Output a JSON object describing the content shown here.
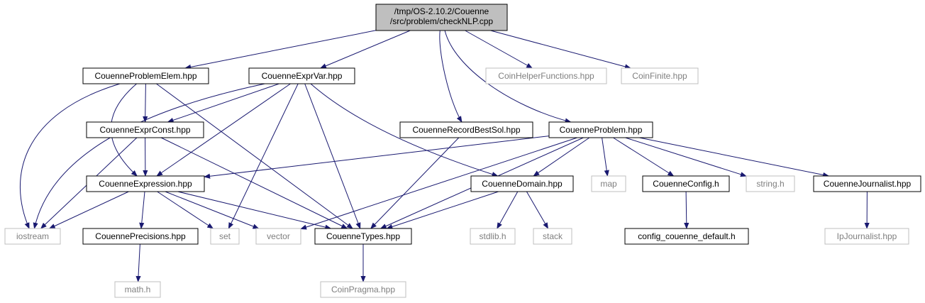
{
  "graph": {
    "root_label_line1": "/tmp/OS-2.10.2/Couenne",
    "root_label_line2": "/src/problem/checkNLP.cpp",
    "nodes": {
      "couenne_problem_elem": "CouenneProblemElem.hpp",
      "couenne_expr_var": "CouenneExprVar.hpp",
      "coin_helper_functions": "CoinHelperFunctions.hpp",
      "coin_finite": "CoinFinite.hpp",
      "couenne_expr_const": "CouenneExprConst.hpp",
      "couenne_record_best_sol": "CouenneRecordBestSol.hpp",
      "couenne_problem": "CouenneProblem.hpp",
      "couenne_expression": "CouenneExpression.hpp",
      "couenne_domain": "CouenneDomain.hpp",
      "map": "map",
      "couenne_config": "CouenneConfig.h",
      "string_h": "string.h",
      "couenne_journalist": "CouenneJournalist.hpp",
      "iostream": "iostream",
      "couenne_precisions": "CouennePrecisions.hpp",
      "set": "set",
      "vector": "vector",
      "couenne_types": "CouenneTypes.hpp",
      "stdlib_h": "stdlib.h",
      "stack": "stack",
      "config_couenne_default": "config_couenne_default.h",
      "ip_journalist": "IpJournalist.hpp",
      "math_h": "math.h",
      "coin_pragma": "CoinPragma.hpp"
    }
  },
  "colors": {
    "edge": "#191970",
    "root_fill": "#bfbfbf",
    "documented_border": "#000000",
    "external_border": "#bfbfbf",
    "external_text": "#7f7f7f"
  }
}
